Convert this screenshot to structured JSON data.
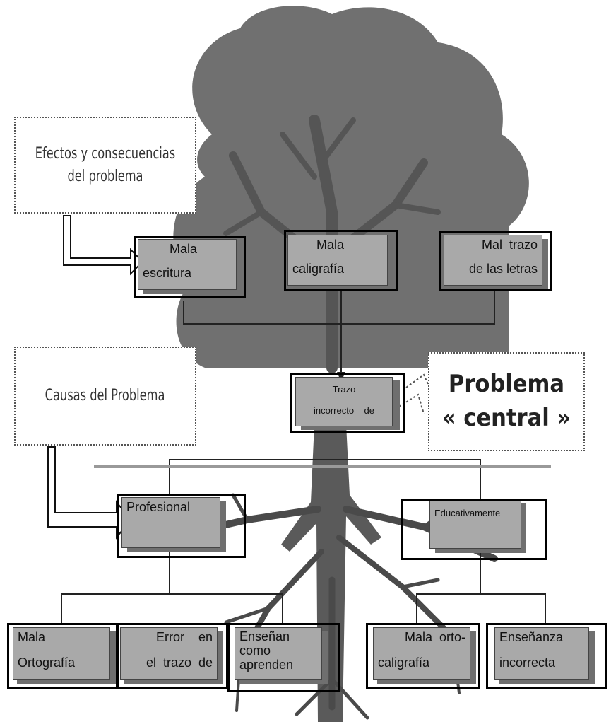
{
  "labels": {
    "effects_note": "Efectos y consecuencias\ndel problema",
    "causes_note": "Causas del Problema",
    "central_title_line1": "Problema",
    "central_title_line2": "« central »"
  },
  "effects": [
    {
      "line1": "Mala",
      "line2": "escritura"
    },
    {
      "line1": "Mala",
      "line2": "caligrafía"
    },
    {
      "line1": "Mal  trazo",
      "line2": "de las letras"
    }
  ],
  "core": {
    "line1": "Trazo",
    "line2": "incorrecto    de"
  },
  "causes": [
    {
      "text": "Profesional"
    },
    {
      "text": "Educativamente"
    }
  ],
  "roots": [
    {
      "line1": "Mala",
      "line2": "Ortografía"
    },
    {
      "line1": "Error    en",
      "line2": "el  trazo  de"
    },
    {
      "line1": "Enseñan",
      "line2": "como",
      "line3": "aprenden"
    },
    {
      "line1": "Mala  orto-",
      "line2": "caligrafía"
    },
    {
      "line1": "Enseñanza",
      "line2": "incorrecta"
    }
  ],
  "colors": {
    "canopy": "#707070",
    "trunk": "#5a5a5a",
    "box_fill": "#a9a9a9",
    "frame": "#000000"
  }
}
